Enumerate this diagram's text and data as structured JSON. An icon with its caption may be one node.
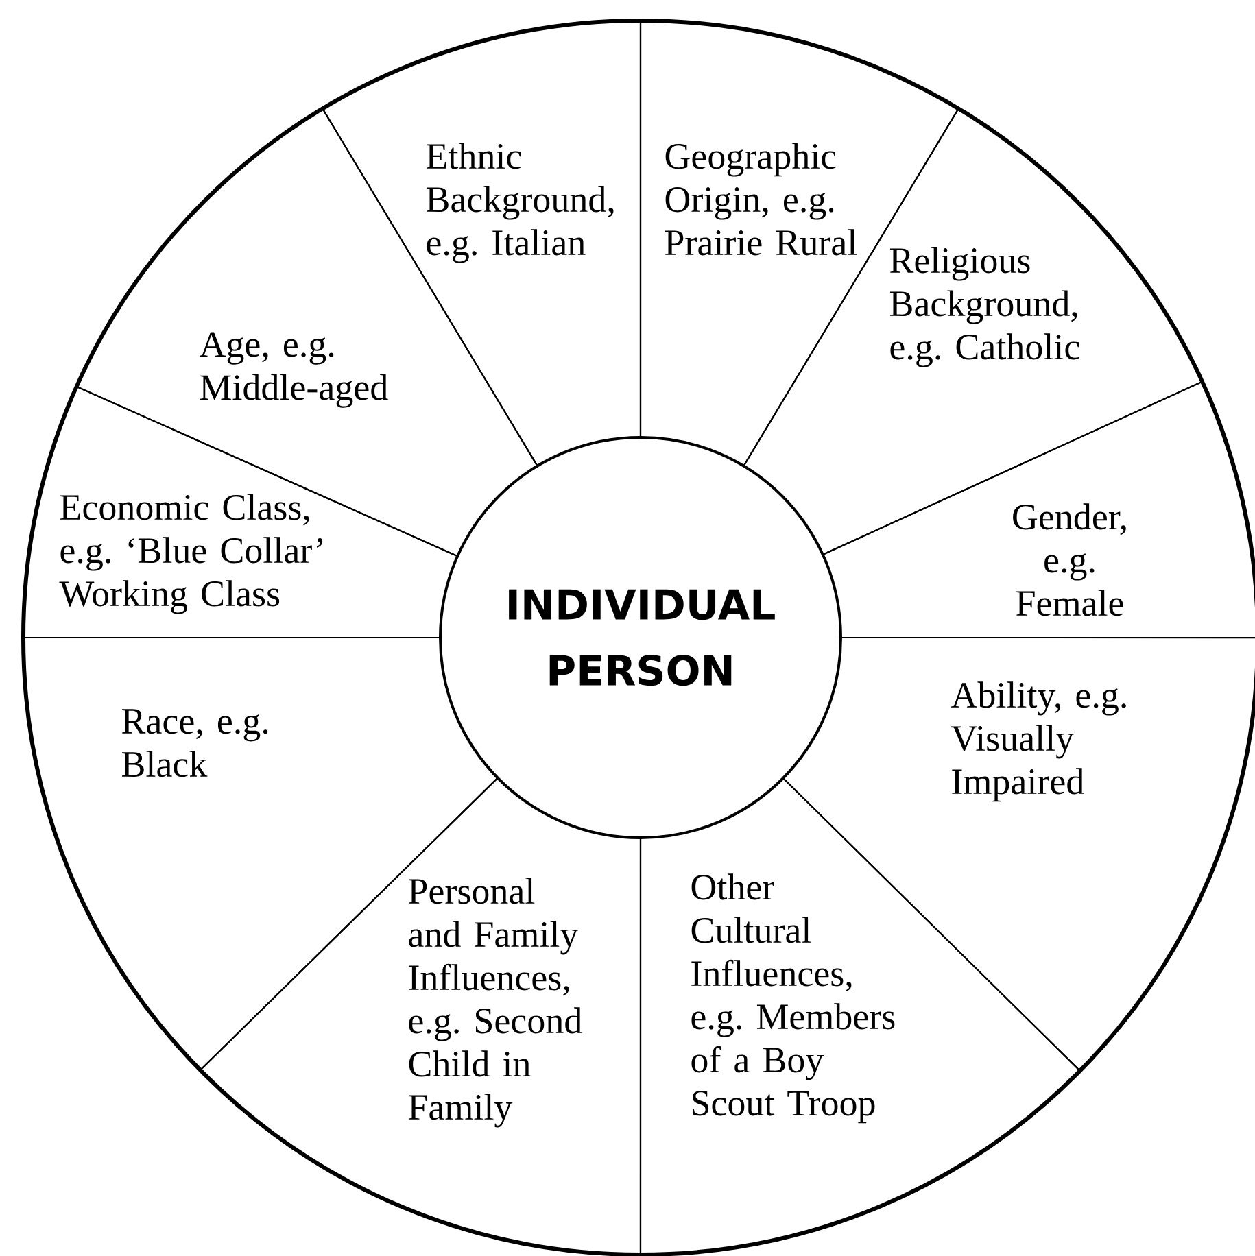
{
  "diagram": {
    "nodes": [
      {
        "text": [
          "INDIVIDUAL PERSON"
        ]
      },
      {
        "text": [
          "Ethnic Background, e.g. Italian"
        ]
      },
      {
        "text": [
          "Geographic Origin, e.g. Prairie Rural"
        ]
      },
      {
        "text": [
          "Religious Background, e.g. Catholic"
        ]
      },
      {
        "text": [
          "Gender, e.g. Female"
        ]
      },
      {
        "text": [
          "Ability, e.g. Visually Impaired"
        ]
      },
      {
        "text": [
          "Other Cultural Influences, e.g. Members of a Boy Scout Troop"
        ]
      },
      {
        "text": [
          "Personal and Family Influences, e.g. Second Child in Family"
        ]
      },
      {
        "text": [
          "Race, e.g. Black"
        ]
      },
      {
        "text": [
          "Economic Class, e.g. ‘Blue Collar’ Working Class"
        ]
      },
      {
        "text": [
          "Age, e.g. Middle-aged"
        ]
      }
    ]
  }
}
